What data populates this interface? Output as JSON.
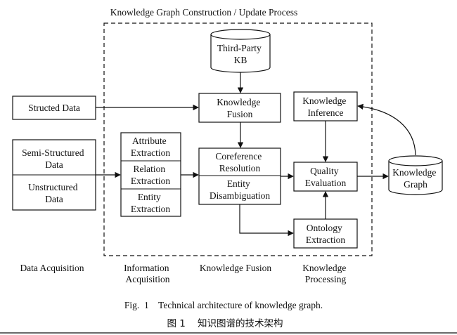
{
  "diagram": {
    "region_title": "Knowledge Graph Construction / Update Process",
    "nodes": {
      "structured_data": [
        "Structed Data"
      ],
      "semi_structured_data": [
        "Semi-Structured",
        "Data"
      ],
      "unstructured_data": [
        "Unstructured",
        "Data"
      ],
      "attribute_extraction": [
        "Attribute",
        "Extraction"
      ],
      "relation_extraction": [
        "Relation",
        "Extraction"
      ],
      "entity_extraction": [
        "Entity",
        "Extraction"
      ],
      "third_party_kb": [
        "Third-Party",
        "KB"
      ],
      "knowledge_fusion": [
        "Knowledge",
        "Fusion"
      ],
      "coreference_resolution": [
        "Coreference",
        "Resolution"
      ],
      "entity_disambiguation": [
        "Entity",
        "Disambiguation"
      ],
      "knowledge_inference": [
        "Knowledge",
        "Inference"
      ],
      "quality_evaluation": [
        "Quality",
        "Evaluation"
      ],
      "ontology_extraction": [
        "Ontology",
        "Extraction"
      ],
      "knowledge_graph": [
        "Knowledge",
        "Graph"
      ]
    },
    "stage_labels": {
      "data_acquisition": [
        "Data Acquisition"
      ],
      "information_acquisition": [
        "Information",
        "Acquisition"
      ],
      "knowledge_fusion": [
        "Knowledge Fusion"
      ],
      "knowledge_processing": [
        "Knowledge",
        "Processing"
      ]
    }
  },
  "caption": {
    "english": "Fig.  1    Technical architecture of knowledge graph.",
    "chinese": "图 1    知识图谱的技术架构"
  }
}
